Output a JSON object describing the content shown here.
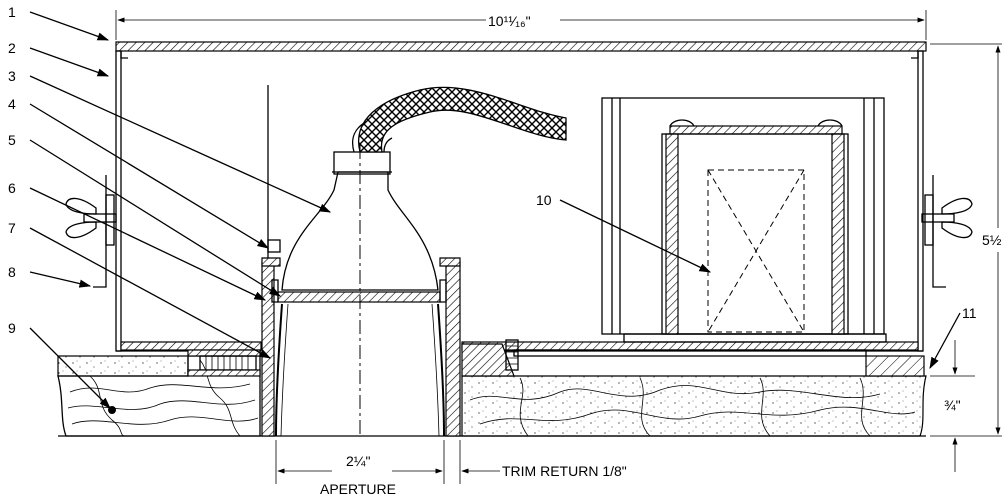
{
  "callouts": [
    {
      "id": "1",
      "label": "1"
    },
    {
      "id": "2",
      "label": "2"
    },
    {
      "id": "3",
      "label": "3"
    },
    {
      "id": "4",
      "label": "4"
    },
    {
      "id": "5",
      "label": "5"
    },
    {
      "id": "6",
      "label": "6"
    },
    {
      "id": "7",
      "label": "7"
    },
    {
      "id": "8",
      "label": "8"
    },
    {
      "id": "9",
      "label": "9"
    },
    {
      "id": "10",
      "label": "10"
    },
    {
      "id": "11",
      "label": "11"
    }
  ],
  "dimensions": {
    "overall_width": "10¹¹⁄₁₆\"",
    "overall_height": "5½",
    "ceiling_thickness": "¾\"",
    "aperture_size": "2¼\"",
    "aperture_label": "APERTURE",
    "trim_return": "TRIM RETURN  1/8\""
  }
}
